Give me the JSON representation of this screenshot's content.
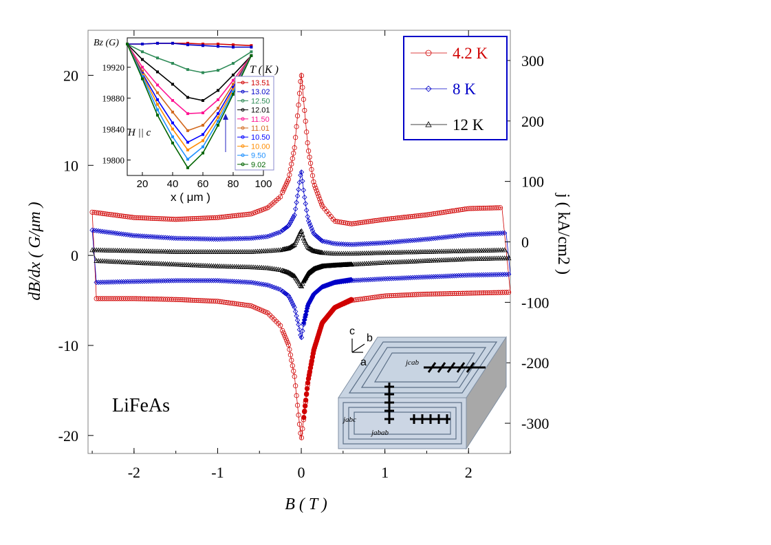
{
  "chart_data": [
    {
      "type": "line",
      "xlabel": "B ( T )",
      "ylabel_left": "dB/dx  ( G/μm )",
      "ylabel_right": "j  ( kA/cm2 )",
      "xlim": [
        -2.55,
        2.5
      ],
      "ylim_left": [
        -22,
        25
      ],
      "ylim_right": [
        -350,
        350
      ],
      "x_ticks": [
        "-2",
        "-1",
        "0",
        "1",
        "2"
      ],
      "x_tick_values": [
        -2,
        -1,
        0,
        1,
        2
      ],
      "y_left_ticks": [
        "20",
        "10",
        "0",
        "-10",
        "-20"
      ],
      "y_left_tick_values": [
        20,
        10,
        0,
        -10,
        -20
      ],
      "y_right_ticks": [
        "300",
        "200",
        "100",
        "0",
        "-100",
        "-200",
        "-300"
      ],
      "y_right_tick_values": [
        300,
        200,
        100,
        0,
        -100,
        -200,
        -300
      ],
      "annotation": "LiFeAs",
      "legend": {
        "placement": "top-right",
        "entries": [
          {
            "label": "4.2 K",
            "color": "#d00000",
            "marker": "circle"
          },
          {
            "label": "8 K",
            "color": "#0000c8",
            "marker": "diamond"
          },
          {
            "label": "12 K",
            "color": "#000000",
            "marker": "triangle"
          }
        ]
      },
      "series": [
        {
          "name": "4.2 K",
          "color": "#d00000",
          "marker": "circle",
          "upper": {
            "x": [
              -2.5,
              -2.0,
              -1.5,
              -1.0,
              -0.6,
              -0.4,
              -0.25,
              -0.15,
              -0.08,
              -0.03,
              0.0,
              0.03,
              0.08,
              0.15,
              0.25,
              0.4,
              0.6,
              1.0,
              1.5,
              2.0,
              2.4
            ],
            "y": [
              4.8,
              4.2,
              4.0,
              4.2,
              4.6,
              5.3,
              6.5,
              8.5,
              12.0,
              17.0,
              20.3,
              17.0,
              12.0,
              8.0,
              5.5,
              3.8,
              3.5,
              4.0,
              4.5,
              5.2,
              5.3
            ]
          },
          "lower": {
            "x": [
              -2.45,
              -2.0,
              -1.5,
              -1.0,
              -0.6,
              -0.4,
              -0.25,
              -0.15,
              -0.08,
              -0.03,
              0.0,
              0.03,
              0.08,
              0.15,
              0.25,
              0.4,
              0.6,
              1.0,
              1.5,
              2.0,
              2.5
            ],
            "y": [
              -4.8,
              -4.8,
              -4.9,
              -5.1,
              -5.6,
              -6.4,
              -7.8,
              -10.0,
              -13.5,
              -18.0,
              -20.5,
              -18.0,
              -14.0,
              -10.5,
              -7.5,
              -5.8,
              -5.0,
              -4.5,
              -4.3,
              -4.2,
              -4.1
            ]
          },
          "up_ramp_x": [
            0.03,
            0.08,
            0.15,
            0.25,
            0.4,
            0.6
          ],
          "up_ramp_y": [
            -18.0,
            -14.0,
            -10.5,
            -7.5,
            -5.8,
            -4.9
          ]
        },
        {
          "name": "8 K",
          "color": "#0000c8",
          "marker": "diamond",
          "upper": {
            "x": [
              -2.5,
              -2.0,
              -1.5,
              -1.0,
              -0.6,
              -0.4,
              -0.25,
              -0.15,
              -0.08,
              -0.03,
              0.0,
              0.03,
              0.08,
              0.15,
              0.25,
              0.4,
              0.6,
              1.0,
              1.5,
              2.0,
              2.45
            ],
            "y": [
              2.8,
              2.2,
              1.9,
              1.8,
              1.9,
              2.1,
              2.6,
              3.3,
              4.5,
              7.5,
              9.5,
              7.0,
              4.0,
              2.4,
              1.6,
              1.3,
              1.2,
              1.4,
              1.8,
              2.3,
              2.5
            ]
          },
          "lower": {
            "x": [
              -2.45,
              -2.0,
              -1.5,
              -1.0,
              -0.6,
              -0.4,
              -0.25,
              -0.15,
              -0.08,
              -0.03,
              0.0,
              0.03,
              0.08,
              0.15,
              0.25,
              0.4,
              0.6,
              1.0,
              1.5,
              2.0,
              2.5
            ],
            "y": [
              -3.0,
              -2.9,
              -2.8,
              -2.8,
              -3.0,
              -3.3,
              -3.8,
              -4.5,
              -5.8,
              -7.8,
              -9.3,
              -7.5,
              -5.5,
              -4.3,
              -3.5,
              -3.0,
              -2.8,
              -2.6,
              -2.4,
              -2.2,
              -2.1
            ]
          },
          "up_ramp_x": [
            0.03,
            0.08,
            0.15,
            0.25,
            0.4,
            0.6
          ],
          "up_ramp_y": [
            -7.5,
            -5.5,
            -4.3,
            -3.5,
            -3.0,
            -2.7
          ]
        },
        {
          "name": "12 K",
          "color": "#000000",
          "marker": "triangle",
          "upper": {
            "x": [
              -2.5,
              -2.0,
              -1.5,
              -1.0,
              -0.6,
              -0.4,
              -0.25,
              -0.15,
              -0.08,
              -0.03,
              0.0,
              0.03,
              0.08,
              0.15,
              0.25,
              0.4,
              0.6,
              1.0,
              1.5,
              2.0,
              2.45
            ],
            "y": [
              0.6,
              0.5,
              0.4,
              0.4,
              0.4,
              0.5,
              0.6,
              0.8,
              1.2,
              2.2,
              2.8,
              1.8,
              0.9,
              0.5,
              0.3,
              0.2,
              0.2,
              0.3,
              0.4,
              0.5,
              0.6
            ]
          },
          "lower": {
            "x": [
              -2.45,
              -2.0,
              -1.5,
              -1.0,
              -0.6,
              -0.4,
              -0.25,
              -0.15,
              -0.08,
              -0.03,
              0.0,
              0.03,
              0.08,
              0.15,
              0.25,
              0.4,
              0.6,
              1.0,
              1.5,
              2.0,
              2.5
            ],
            "y": [
              -0.6,
              -0.8,
              -1.0,
              -1.2,
              -1.3,
              -1.4,
              -1.6,
              -1.9,
              -2.3,
              -3.0,
              -3.5,
              -2.8,
              -2.0,
              -1.5,
              -1.2,
              -1.1,
              -1.0,
              -0.8,
              -0.6,
              -0.4,
              -0.3
            ]
          },
          "up_ramp_x": [
            0.03,
            0.08,
            0.15,
            0.25,
            0.4,
            0.6
          ],
          "up_ramp_y": [
            -2.8,
            -2.0,
            -1.5,
            -1.2,
            -1.1,
            -1.0
          ]
        }
      ]
    },
    {
      "type": "line",
      "inset": true,
      "xlabel": "x ( μm )",
      "ylabel": "Bz (G)",
      "xlim": [
        10,
        100
      ],
      "ylim": [
        19780,
        19958
      ],
      "x_ticks": [
        "20",
        "40",
        "60",
        "80",
        "100"
      ],
      "x_tick_values": [
        20,
        40,
        60,
        80,
        100
      ],
      "y_ticks": [
        "19920",
        "19880",
        "19840",
        "19800"
      ],
      "y_tick_values": [
        19920,
        19880,
        19840,
        19800
      ],
      "annotation": "H || c",
      "legend_title": "T ( K )",
      "x": [
        10,
        20,
        30,
        40,
        50,
        60,
        70,
        80,
        92
      ],
      "series": [
        {
          "name": "13.51",
          "color": "#d00000",
          "values": [
            19950,
            19950,
            19951,
            19951,
            19951,
            19950,
            19950,
            19949,
            19948
          ]
        },
        {
          "name": "13.02",
          "color": "#0000c8",
          "values": [
            19950,
            19950,
            19951,
            19951,
            19949,
            19948,
            19947,
            19946,
            19946
          ]
        },
        {
          "name": "12.50",
          "color": "#2e8b57",
          "values": [
            19950,
            19940,
            19932,
            19925,
            19917,
            19913,
            19916,
            19925,
            19940
          ]
        },
        {
          "name": "12.01",
          "color": "#000000",
          "values": [
            19950,
            19930,
            19914,
            19898,
            19881,
            19877,
            19890,
            19910,
            19935
          ]
        },
        {
          "name": "11.50",
          "color": "#ff1493",
          "values": [
            19950,
            19920,
            19897,
            19877,
            19860,
            19861,
            19878,
            19903,
            19935
          ]
        },
        {
          "name": "11.01",
          "color": "#d2691e",
          "values": [
            19950,
            19915,
            19887,
            19862,
            19838,
            19845,
            19867,
            19898,
            19935
          ]
        },
        {
          "name": "10.50",
          "color": "#0000ff",
          "values": [
            19950,
            19912,
            19878,
            19848,
            19823,
            19833,
            19860,
            19894,
            19935
          ]
        },
        {
          "name": "10.00",
          "color": "#ff8c00",
          "values": [
            19950,
            19910,
            19872,
            19840,
            19813,
            19825,
            19855,
            19891,
            19935
          ]
        },
        {
          "name": "9.50",
          "color": "#1e90ff",
          "values": [
            19950,
            19908,
            19865,
            19830,
            19801,
            19817,
            19850,
            19888,
            19935
          ]
        },
        {
          "name": "9.02",
          "color": "#006400",
          "values": [
            19950,
            19905,
            19858,
            19822,
            19790,
            19809,
            19845,
            19885,
            19935
          ]
        }
      ]
    }
  ],
  "schematic": {
    "axis_labels": {
      "c": "c",
      "b": "b",
      "a": "a"
    },
    "current_labels": {
      "top": "jcab",
      "side_left": "jabc",
      "side_right": "jabab"
    }
  }
}
